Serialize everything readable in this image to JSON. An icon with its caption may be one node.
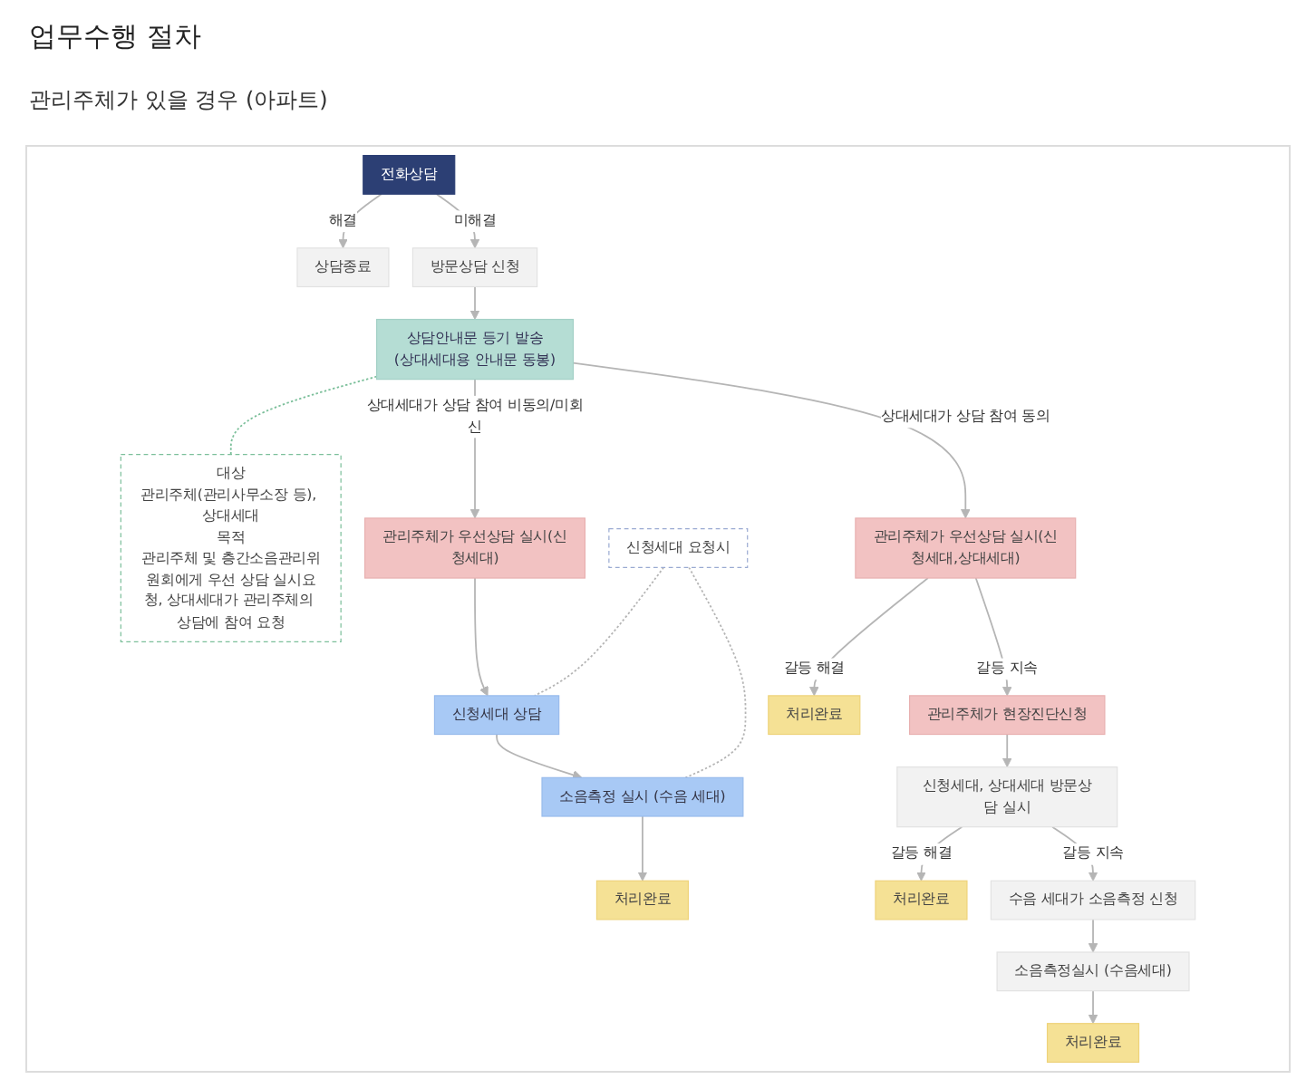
{
  "diagram": {
    "title": "업무수행 절차",
    "nodes": [
      {
        "text": [
          "전화상담"
        ]
      },
      {
        "text": [
          "상담종료"
        ]
      },
      {
        "text": [
          "방문상담 신청"
        ]
      },
      {
        "text": [
          "상담안내문 등기 발송",
          "(상대세대용 안내문 동봉)"
        ]
      },
      {
        "text": [
          "대상",
          "관리주체(관리사무소장 등), 상대세대",
          "목적",
          "관리주체 및 층간소음관리위원회에게 우선 상담 실시요청, 상대세대가 관리주체의 상담에 참여 요청"
        ]
      },
      {
        "text": [
          "관리주체가 우선상담 실시(신청세대)"
        ]
      },
      {
        "text": [
          "신청세대 상담"
        ]
      },
      {
        "text": [
          "소음측정 실시 (수음 세대)"
        ]
      },
      {
        "text": [
          "처리완료"
        ]
      },
      {
        "text": [
          "신청세대 요청시"
        ]
      },
      {
        "text": [
          "관리주체가 우선상담 실시(신청세대,상대세대)"
        ]
      },
      {
        "text": [
          "처리완료"
        ]
      },
      {
        "text": [
          "관리주체가 현장진단신청"
        ]
      },
      {
        "text": [
          "신청세대, 상대세대 방문상담 실시"
        ]
      },
      {
        "text": [
          "처리완료"
        ]
      },
      {
        "text": [
          "수음 세대가 소음측정 신청"
        ]
      },
      {
        "text": [
          "소음측정실시 (수음세대)"
        ]
      },
      {
        "text": [
          "처리완료"
        ]
      }
    ],
    "edges": [
      {
        "from": 0,
        "to": 1,
        "arrow": "to",
        "label": "해결"
      },
      {
        "from": 0,
        "to": 2,
        "arrow": "to",
        "label": "미해결"
      },
      {
        "from": 2,
        "to": 3,
        "arrow": "to"
      },
      {
        "from": 3,
        "to": 4,
        "arrow": "none",
        "style": "dashed",
        "color": "#7bbf9a"
      },
      {
        "from": 3,
        "to": 5,
        "arrow": "to",
        "label": "상대세대가 상담 참여 비동의/미회신"
      },
      {
        "from": 3,
        "to": 10,
        "arrow": "to",
        "label": "상대세대가 상담 참여 동의"
      },
      {
        "from": 5,
        "to": 6,
        "arrow": "to"
      },
      {
        "from": 6,
        "to": 7,
        "arrow": "to"
      },
      {
        "from": 7,
        "to": 8,
        "arrow": "to"
      },
      {
        "from": 9,
        "to": 6,
        "arrow": "none",
        "style": "dashed"
      },
      {
        "from": 9,
        "to": 7,
        "arrow": "none",
        "style": "dashed"
      },
      {
        "from": 10,
        "to": 11,
        "arrow": "to",
        "label": "갈등 해결"
      },
      {
        "from": 10,
        "to": 12,
        "arrow": "to",
        "label": "갈등 지속"
      },
      {
        "from": 12,
        "to": 13,
        "arrow": "to"
      },
      {
        "from": 13,
        "to": 14,
        "arrow": "to",
        "label": "갈등 해결"
      },
      {
        "from": 13,
        "to": 15,
        "arrow": "to",
        "label": "갈등 지속"
      },
      {
        "from": 15,
        "to": 16,
        "arrow": "to"
      },
      {
        "from": 16,
        "to": 17,
        "arrow": "to"
      }
    ],
    "labels": [
      "관리주체가 있을 경우 (아파트)"
    ]
  }
}
